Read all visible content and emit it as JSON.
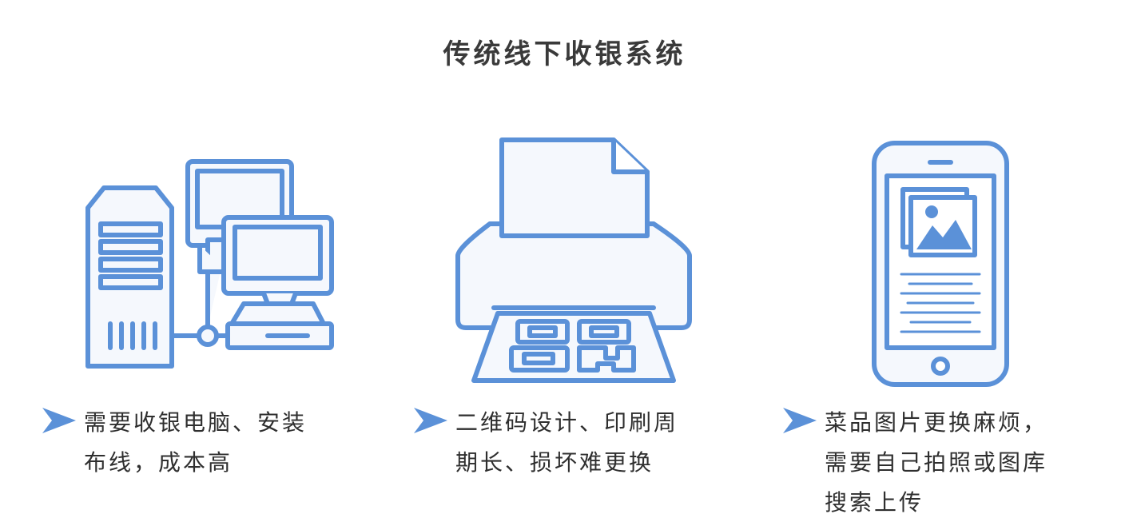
{
  "title": "传统线下收银系统",
  "colors": {
    "accent": "#5b91d8",
    "fill": "#f5f8fd",
    "text": "#2f2f2f"
  },
  "items": [
    {
      "icon": "pos-computer-icon",
      "text": "需要收银电脑、安装布线，成本高"
    },
    {
      "icon": "printer-icon",
      "text": "二维码设计、印刷周期长、损坏难更换"
    },
    {
      "icon": "smartphone-gallery-icon",
      "text": "菜品图片更换麻烦，需要自己拍照或图库搜索上传"
    }
  ]
}
